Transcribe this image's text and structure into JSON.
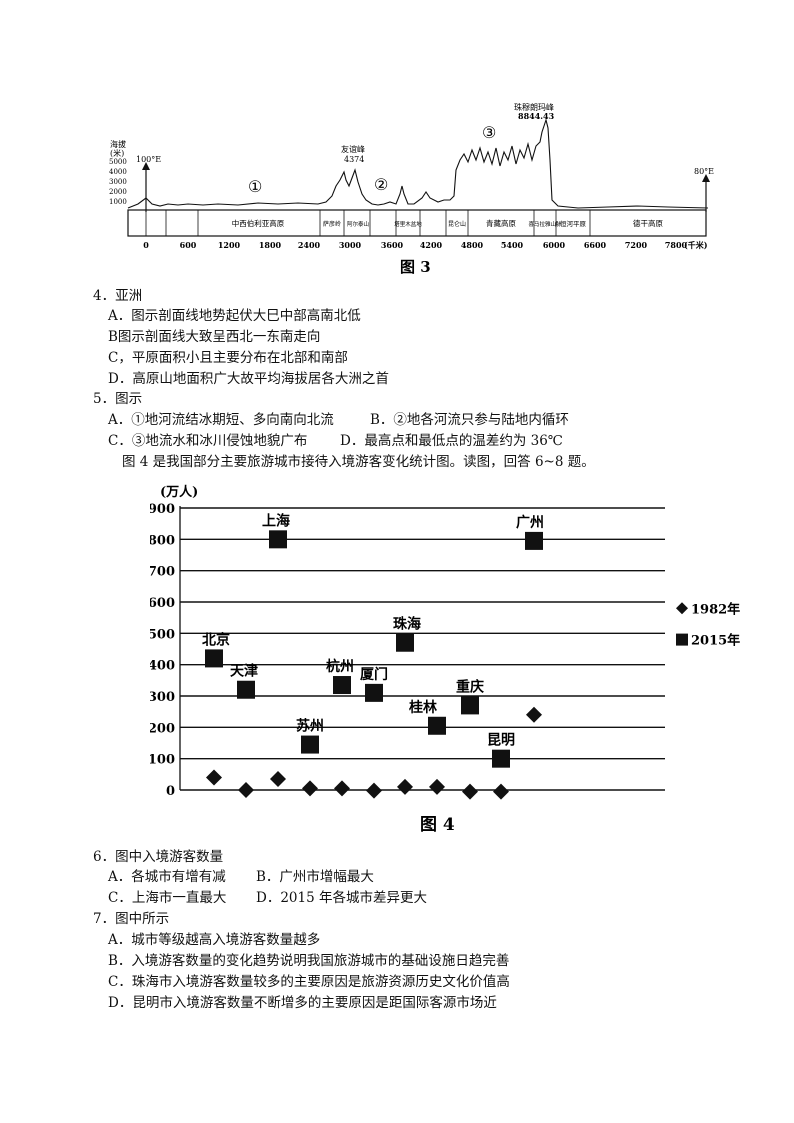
{
  "figure3": {
    "caption": "图 3",
    "ylabel_line1": "海拔",
    "ylabel_line2": "(米)",
    "y_ticks": [
      "5000",
      "4000",
      "3000",
      "2000",
      "1000"
    ],
    "left_meridian": "100°E",
    "right_meridian": "80°E",
    "peak_label": "友谊峰",
    "peak_value": "4374",
    "everest_label": "珠穆朗玛峰",
    "everest_value": "8844.43",
    "marker1": "①",
    "marker2": "②",
    "marker3": "③",
    "x_ticks": [
      "0",
      "600",
      "1200",
      "1800",
      "2400",
      "3000",
      "3600",
      "4200",
      "4800",
      "5400",
      "6000",
      "6600",
      "7200",
      "7800"
    ],
    "x_unit": "(千米)",
    "regions": [
      "中西伯利亚高原",
      "萨彦岭",
      "阿尔泰山",
      "塔里木盆地",
      "昆仑山",
      "青藏高原",
      "喜马拉雅山脉",
      "恒河平原",
      "德干高原"
    ]
  },
  "q4": {
    "stem": "4．亚洲",
    "options": [
      "A．图示剖面线地势起伏大巳中部高南北低",
      "B图示剖面线大致呈西北一东南走向",
      "C，平原面积小且主要分布在北部和南部",
      "D．高原山地面积广大故平均海拔居各大洲之首"
    ]
  },
  "q5": {
    "stem": "5．图示",
    "option_a": "A．①地河流结冰期短、多向南向北流",
    "option_b": "B．②地各河流只参与陆地内循环",
    "option_c": "C．③地流水和冰川侵蚀地貌广布",
    "option_d": "D．最高点和最低点的温差约为 36℃"
  },
  "intro4": "图 4 是我国部分主要旅游城市接待入境游客变化统计图。读图，回答 6~8 题。",
  "chart_data": {
    "type": "scatter",
    "title": "",
    "ylabel": "(万人)",
    "xlabel": "",
    "ylim": [
      0,
      900
    ],
    "y_ticks": [
      0,
      100,
      200,
      300,
      400,
      500,
      600,
      700,
      800,
      900
    ],
    "caption": "图 4",
    "legend_position": "right",
    "categories": [
      "北京",
      "天津",
      "上海",
      "苏州",
      "杭州",
      "厦门",
      "珠海",
      "桂林",
      "重庆",
      "昆明",
      "广州"
    ],
    "series": [
      {
        "name": "1982年",
        "marker": "diamond",
        "values": [
          40,
          0,
          35,
          5,
          5,
          -2,
          10,
          10,
          -5,
          -5,
          240
        ]
      },
      {
        "name": "2015年",
        "marker": "square",
        "values": [
          420,
          320,
          800,
          145,
          335,
          310,
          470,
          205,
          270,
          100,
          795
        ]
      }
    ],
    "grid": true,
    "color": "#111111"
  },
  "q6": {
    "stem": "6．图中入境游客数量",
    "option_a": "A．各城市有增有减",
    "option_b": "B．广州市增幅最大",
    "option_c": "C．上海市一直最大",
    "option_d": "D．2015 年各城市差异更大"
  },
  "q7": {
    "stem": "7．图中所示",
    "options": [
      "A．城市等级越高入境游客数量越多",
      "B．入境游客数量的变化趋势说明我国旅游城市的基础设施日趋完善",
      "C．珠海市入境游客数量较多的主要原因是旅游资源历史文化价值高",
      "D．昆明市入境游客数量不断增多的主要原因是距国际客源市场近"
    ]
  }
}
